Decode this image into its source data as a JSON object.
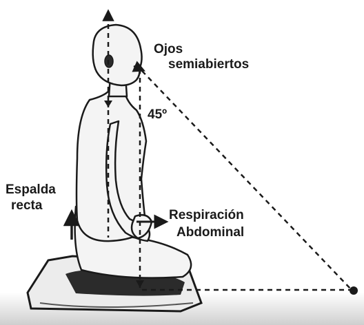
{
  "labels": {
    "eyes_line1": "Ojos",
    "eyes_line2": "semiabiertos",
    "angle": "45º",
    "back_line1": "Espalda",
    "back_line2": "recta",
    "breath_line1": "Respiración",
    "breath_line2": "Abdominal"
  },
  "colors": {
    "ink": "#1a1a1a",
    "figure_fill": "#f4f4f4",
    "cushion_fill": "#e8e8e8",
    "cushion_dark": "#2b2b2b",
    "floor_shadow": "#bfbfbf"
  }
}
